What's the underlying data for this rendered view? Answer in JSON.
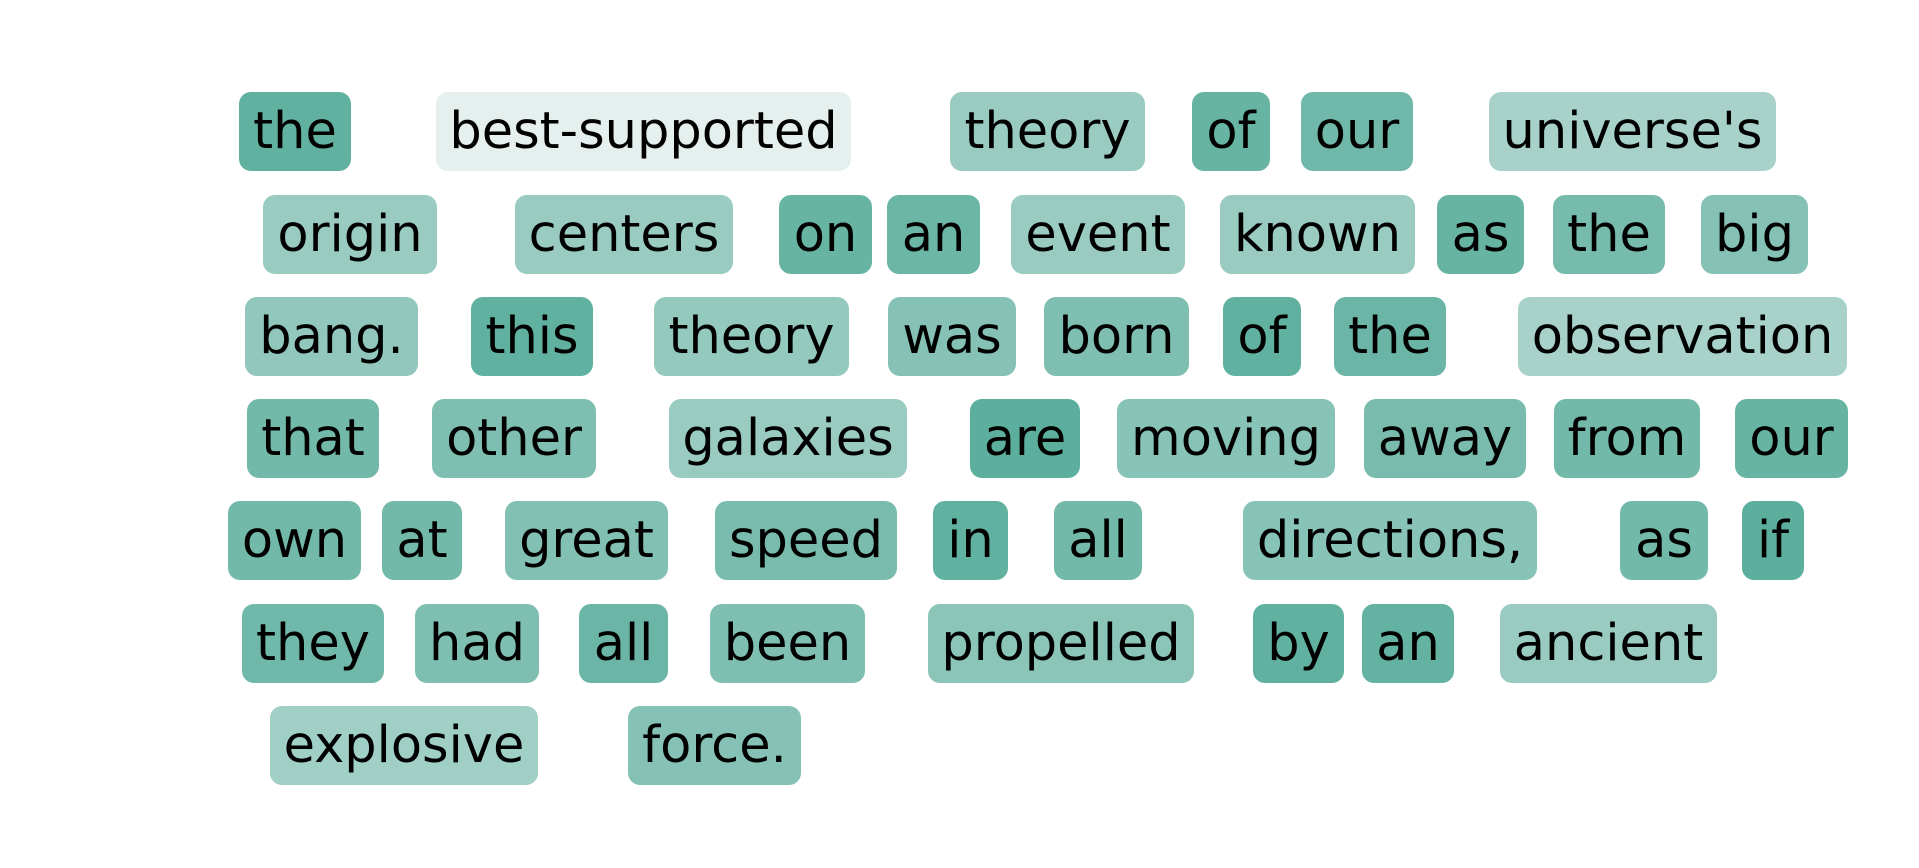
{
  "colors": {
    "low": "#ebf2f0",
    "high": "#55ab99"
  },
  "tokens": [
    {
      "text": "the",
      "score": 0.92
    },
    {
      "text": "best-supported",
      "score": 0.04
    },
    {
      "text": "theory",
      "score": 0.55
    },
    {
      "text": "of",
      "score": 0.88
    },
    {
      "text": "our",
      "score": 0.82
    },
    {
      "text": "universe's",
      "score": 0.45
    },
    {
      "text": "origin",
      "score": 0.55
    },
    {
      "text": "centers",
      "score": 0.55
    },
    {
      "text": "on",
      "score": 0.88
    },
    {
      "text": "an",
      "score": 0.85
    },
    {
      "text": "event",
      "score": 0.55
    },
    {
      "text": "known",
      "score": 0.55
    },
    {
      "text": "as",
      "score": 0.88
    },
    {
      "text": "the",
      "score": 0.78
    },
    {
      "text": "big",
      "score": 0.68
    },
    {
      "text": "bang.",
      "score": 0.6
    },
    {
      "text": "this",
      "score": 0.92
    },
    {
      "text": "theory",
      "score": 0.58
    },
    {
      "text": "was",
      "score": 0.68
    },
    {
      "text": "born",
      "score": 0.72
    },
    {
      "text": "of",
      "score": 0.92
    },
    {
      "text": "the",
      "score": 0.86
    },
    {
      "text": "observation",
      "score": 0.45
    },
    {
      "text": "that",
      "score": 0.8
    },
    {
      "text": "other",
      "score": 0.72
    },
    {
      "text": "galaxies",
      "score": 0.55
    },
    {
      "text": "are",
      "score": 0.95
    },
    {
      "text": "moving",
      "score": 0.66
    },
    {
      "text": "away",
      "score": 0.76
    },
    {
      "text": "from",
      "score": 0.8
    },
    {
      "text": "our",
      "score": 0.88
    },
    {
      "text": "own",
      "score": 0.8
    },
    {
      "text": "at",
      "score": 0.8
    },
    {
      "text": "great",
      "score": 0.7
    },
    {
      "text": "speed",
      "score": 0.76
    },
    {
      "text": "in",
      "score": 0.92
    },
    {
      "text": "all",
      "score": 0.8
    },
    {
      "text": "directions,",
      "score": 0.66
    },
    {
      "text": "as",
      "score": 0.8
    },
    {
      "text": "if",
      "score": 0.95
    },
    {
      "text": "they",
      "score": 0.82
    },
    {
      "text": "had",
      "score": 0.72
    },
    {
      "text": "all",
      "score": 0.86
    },
    {
      "text": "been",
      "score": 0.72
    },
    {
      "text": "propelled",
      "score": 0.64
    },
    {
      "text": "by",
      "score": 0.92
    },
    {
      "text": "an",
      "score": 0.9
    },
    {
      "text": "ancient",
      "score": 0.55
    },
    {
      "text": "explosive",
      "score": 0.5
    },
    {
      "text": "force.",
      "score": 0.68
    }
  ]
}
